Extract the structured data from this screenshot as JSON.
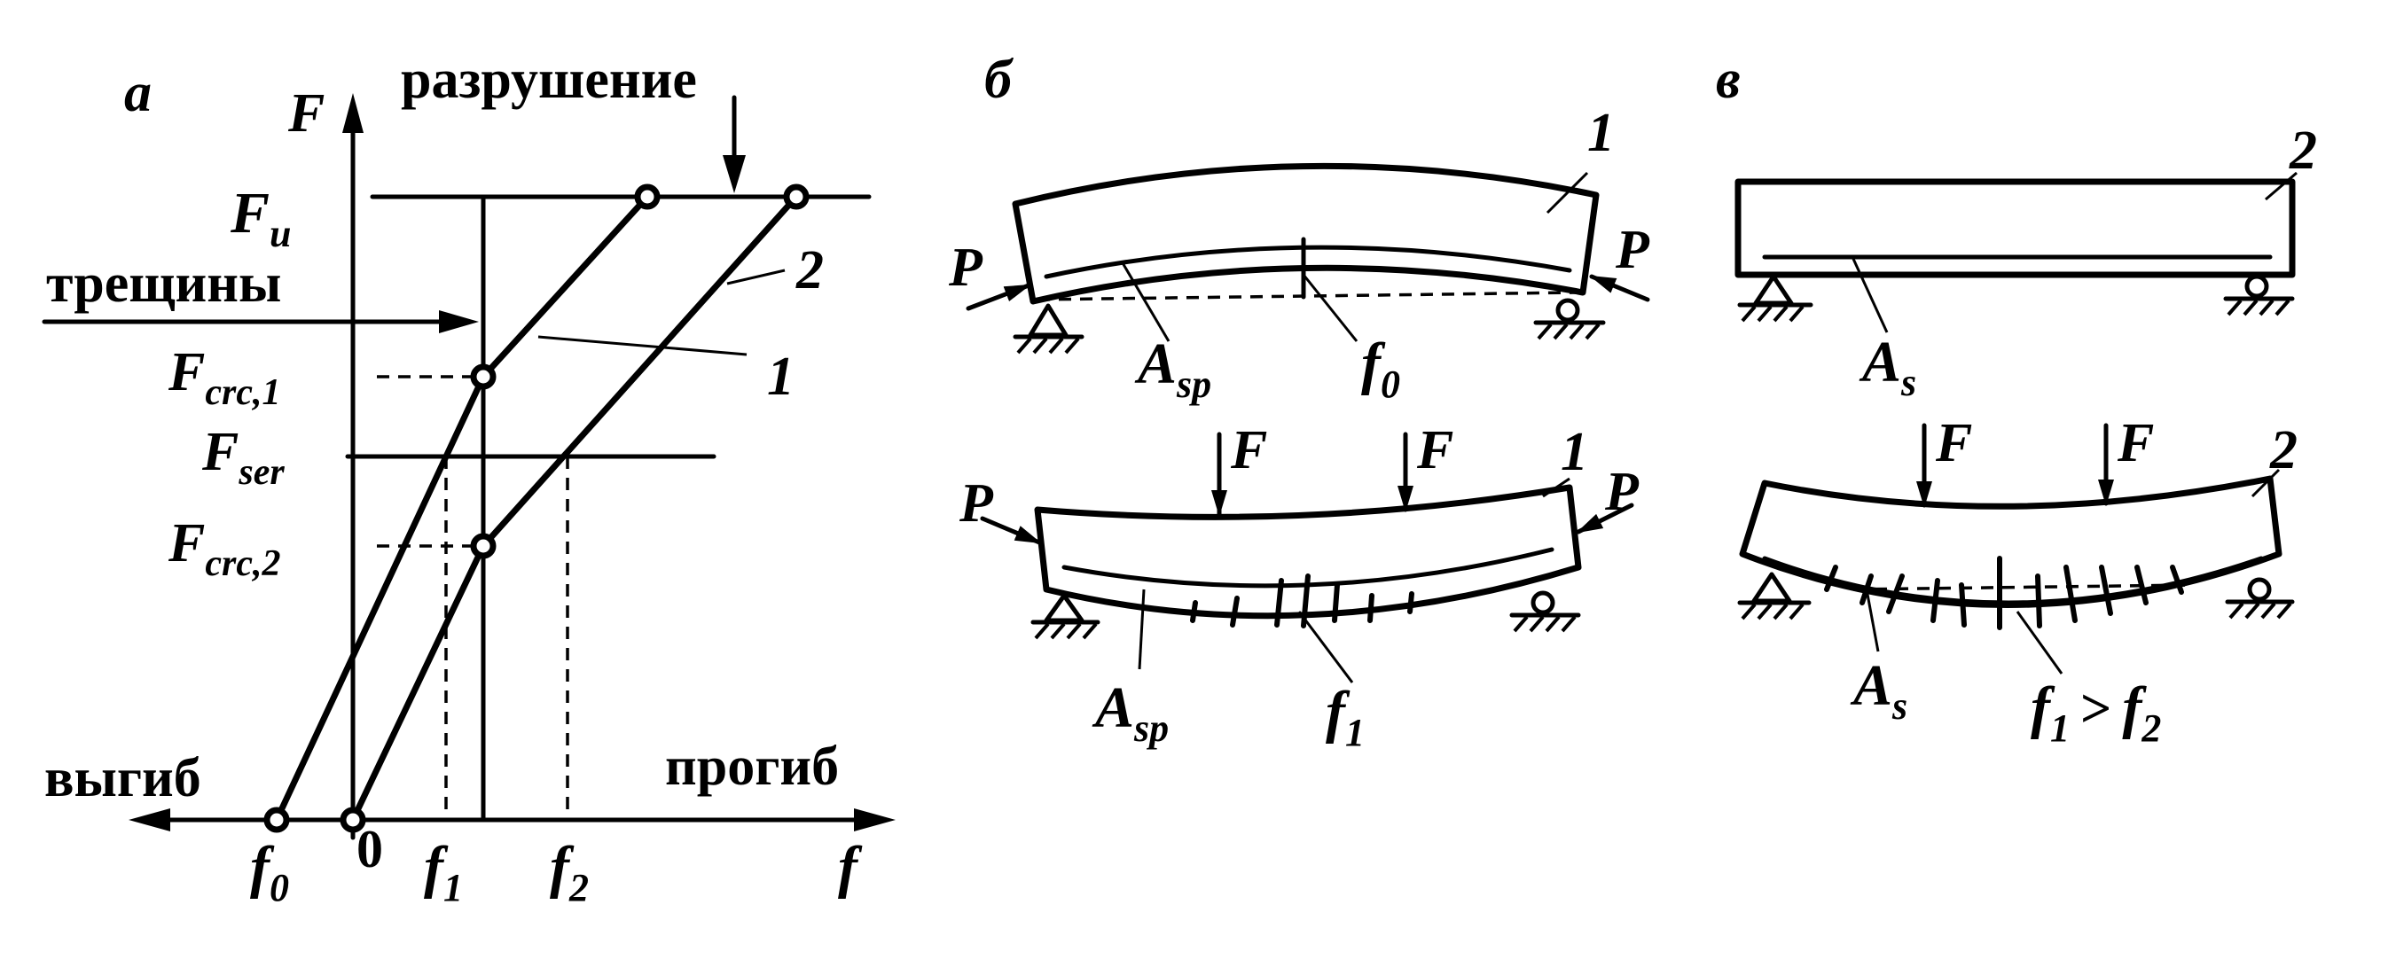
{
  "panel_a": {
    "letter": "а",
    "axis_y": "F",
    "axis_x": "f",
    "label_fracture": "разрушение",
    "label_cracks": "трещины",
    "label_camber": "выгиб",
    "label_deflection": "прогиб",
    "F_u": {
      "main": "F",
      "sub": "u"
    },
    "F_crc1": {
      "main": "F",
      "sub": "crc,1"
    },
    "F_ser": {
      "main": "F",
      "sub": "ser"
    },
    "F_crc2": {
      "main": "F",
      "sub": "crc,2"
    },
    "f0": {
      "main": "f",
      "sub": "0"
    },
    "zero": "0",
    "f1": {
      "main": "f",
      "sub": "1"
    },
    "f2": {
      "main": "f",
      "sub": "2"
    },
    "curve1_label": "1",
    "curve2_label": "2"
  },
  "panel_b": {
    "letter": "б",
    "beam_label_top": "1",
    "beam_label_bottom": "1",
    "P": "P",
    "F": "F",
    "A_sp": {
      "main": "A",
      "sub": "sp"
    },
    "f0": {
      "main": "f",
      "sub": "0"
    },
    "f1": {
      "main": "f",
      "sub": "1"
    }
  },
  "panel_c": {
    "letter": "в",
    "beam_label_top": "2",
    "beam_label_bottom": "2",
    "F": "F",
    "A_s": {
      "main": "A",
      "sub": "s"
    },
    "f1": {
      "main": "f",
      "sub": "1"
    },
    "gt": ">",
    "f2": {
      "main": "f",
      "sub": "2"
    }
  }
}
